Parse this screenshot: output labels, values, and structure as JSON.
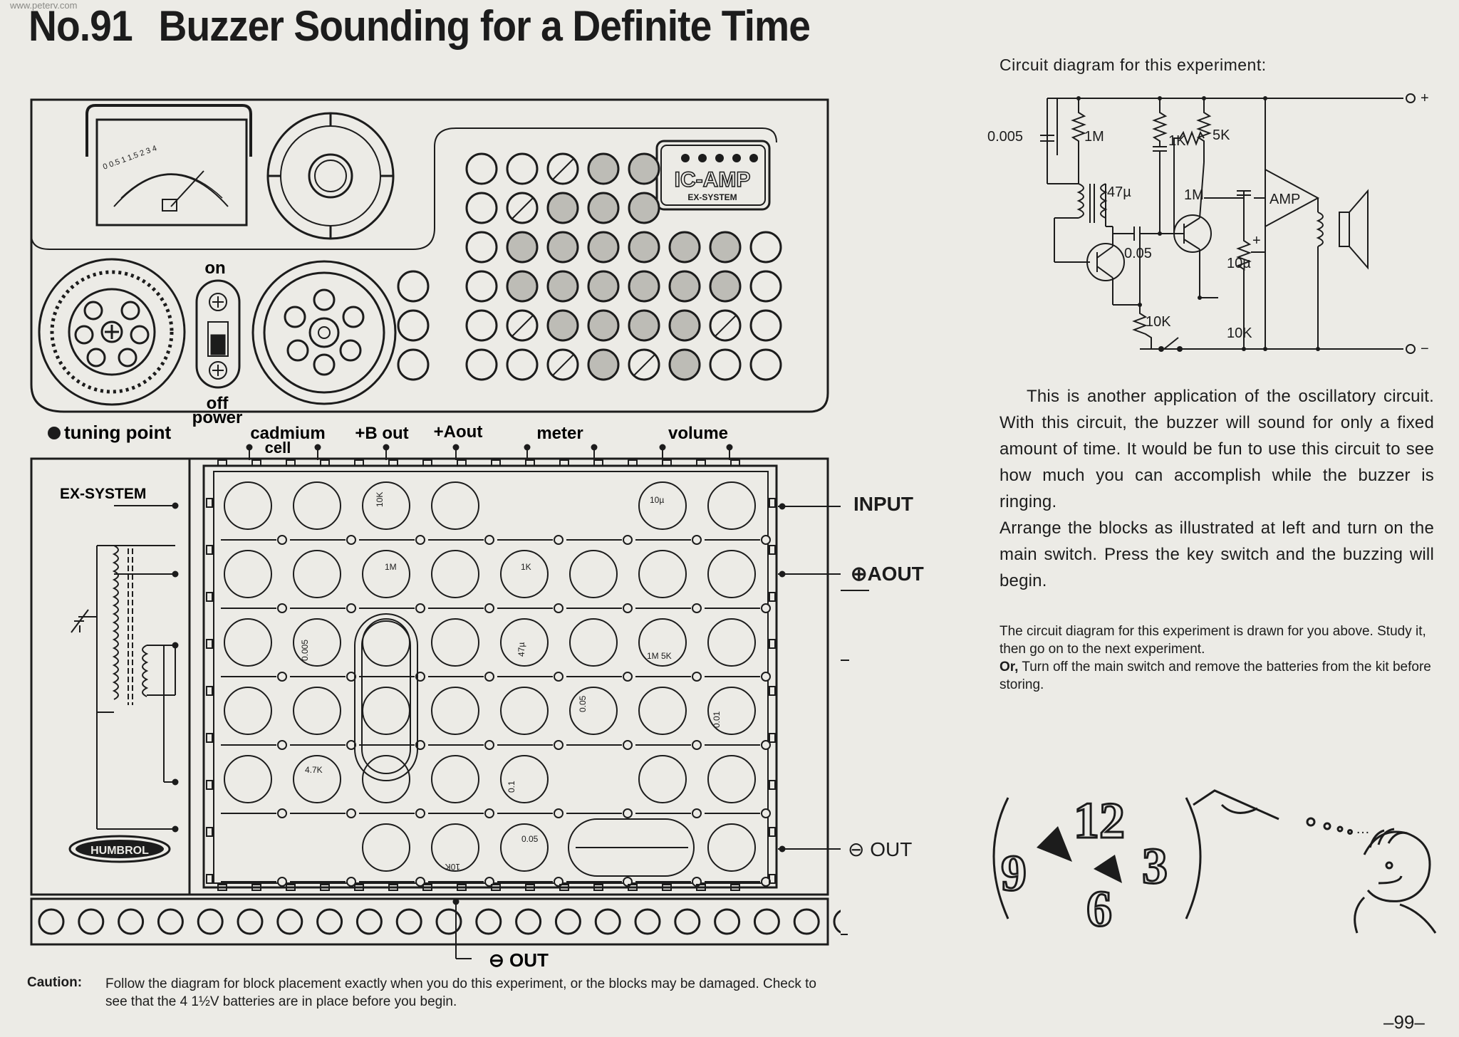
{
  "watermark": "www.peterv.com",
  "title": {
    "number": "No.91",
    "text": "Buzzer Sounding for a Definite Time"
  },
  "board": {
    "ic_badge": {
      "logo": "IC-AMP",
      "sub": "EX-SYSTEM"
    },
    "labels": {
      "on": "on",
      "off": "off",
      "power": "power",
      "tuning_point": "tuning point",
      "cadmium_cell": "cadmium",
      "cell": "cell",
      "b_out": "+B out",
      "a_out": "+Aout",
      "meter": "meter",
      "volume": "volume",
      "ex_system": "EX-SYSTEM",
      "brand": "HUMBROL",
      "input": "INPUT",
      "aout_side": "⊕AOUT",
      "out_right": "⊖ OUT",
      "out_bottom": "⊖ OUT"
    },
    "meter_scale": "0  0.5  1  1.5  2  3  4",
    "block_labels": {
      "r10k": "10K",
      "r1m": "1M",
      "r1k": "1K",
      "c10u": "10µ",
      "c0005": "0.005",
      "c47u": "47µ",
      "rc_pair": "1M  5K",
      "c005": "0.05",
      "c001": "0.01",
      "r47k": "4.7K",
      "c01": "0.1",
      "r10k_b": "10K",
      "c005_b": "0.05"
    }
  },
  "circuit": {
    "caption": "Circuit diagram for this experiment:",
    "labels": [
      "0.005",
      "1M",
      "1K",
      "5K",
      "47µ",
      "1M",
      "0.05",
      "10µ",
      "AMP",
      "10K",
      "10K",
      "+",
      "−",
      "+"
    ]
  },
  "description": [
    "This is another application of the oscillatory circuit. With this circuit, the buzzer will sound for only a fixed amount of time. It would be fun to use this circuit to see how much you can accomplish while the buzzer is ringing.",
    "Arrange the blocks as illustrated at left and turn on the main switch. Press the key switch and the buzzing will begin."
  ],
  "note": {
    "line1": "The circuit diagram for this experiment is drawn for you above. Study it, then go on to the next experiment.",
    "or_word": "Or,",
    "line2": " Turn off the main switch and remove the batteries from the kit before storing."
  },
  "caution": {
    "label": "Caution:",
    "text": "Follow the diagram for block placement exactly when you do this experiment, or the blocks may be damaged. Check to see that the 4 1½V batteries are in place before you begin."
  },
  "cartoon": {
    "numbers": [
      "12",
      "9",
      "3",
      "6"
    ],
    "trail": "…"
  },
  "page_number": "–99–"
}
